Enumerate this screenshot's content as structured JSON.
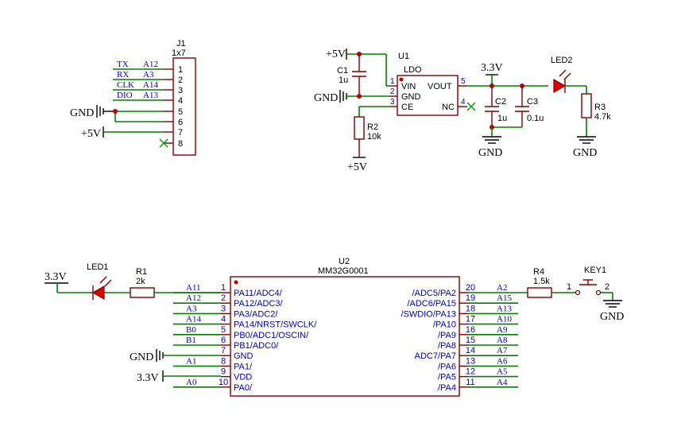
{
  "colors": {
    "wire": "#008000",
    "component": "#800000",
    "pin_text": "#0000c0",
    "label_text": "#000000",
    "led_fill": "#e00000",
    "junction": "#c00000"
  },
  "j1": {
    "ref": "J1",
    "value": "1x7",
    "pins": [
      "1",
      "2",
      "3",
      "4",
      "5",
      "6",
      "7",
      "8"
    ],
    "nets": [
      {
        "name": "TX",
        "pin": "A12"
      },
      {
        "name": "RX",
        "pin": "A3"
      },
      {
        "name": "CLK",
        "pin": "A14"
      },
      {
        "name": "DIO",
        "pin": "A13"
      }
    ],
    "gnd": "GND",
    "vcc": "+5V"
  },
  "ldo": {
    "vin_label": "+5V",
    "gnd_label": "GND",
    "c1_ref": "C1",
    "c1_val": "1u",
    "r2_ref": "R2",
    "r2_val": "10k",
    "r2_supply": "+5V",
    "u1_ref": "U1",
    "u1_val": "LDO",
    "pins_left": [
      {
        "num": "1",
        "name": "VIN"
      },
      {
        "num": "2",
        "name": "GND"
      },
      {
        "num": "3",
        "name": "CE"
      }
    ],
    "pins_right": [
      {
        "num": "5",
        "name": "VOUT"
      },
      {
        "num": "4",
        "name": "NC"
      }
    ],
    "out_label": "3.3V",
    "c2_ref": "C2",
    "c2_val": "1u",
    "c3_ref": "C3",
    "c3_val": "0.1u",
    "c_gnd": "GND",
    "led2_ref": "LED2",
    "r3_ref": "R3",
    "r3_val": "4.7k",
    "r3_gnd": "GND"
  },
  "mcu": {
    "ref": "U2",
    "value": "MM32G0001",
    "supply_label": "3.3V",
    "led1_ref": "LED1",
    "r1_ref": "R1",
    "r1_val": "2k",
    "left_pins": [
      {
        "num": "1",
        "name": "PA11/ADC4/",
        "net": "A11"
      },
      {
        "num": "2",
        "name": "PA12/ADC3/",
        "net": "A12"
      },
      {
        "num": "3",
        "name": "PA3/ADC2/",
        "net": "A3"
      },
      {
        "num": "4",
        "name": "PA14/NRST/SWCLK/",
        "net": "A14"
      },
      {
        "num": "5",
        "name": "PB0/ADC1/OSCIN/",
        "net": "B0"
      },
      {
        "num": "6",
        "name": "PB1/ADC0/",
        "net": "B1"
      },
      {
        "num": "7",
        "name": "GND",
        "net": ""
      },
      {
        "num": "8",
        "name": "PA1/",
        "net": "A1"
      },
      {
        "num": "9",
        "name": "VDD",
        "net": ""
      },
      {
        "num": "10",
        "name": "PA0/",
        "net": "A0"
      }
    ],
    "right_pins": [
      {
        "num": "20",
        "name": "/ADC5/PA2",
        "net": "A2"
      },
      {
        "num": "19",
        "name": "/ADC6/PA15",
        "net": "A15"
      },
      {
        "num": "18",
        "name": "/SWDIO/PA13",
        "net": "A13"
      },
      {
        "num": "17",
        "name": "/PA10",
        "net": "A10"
      },
      {
        "num": "16",
        "name": "/PA9",
        "net": "A9"
      },
      {
        "num": "15",
        "name": "/PA8",
        "net": "A8"
      },
      {
        "num": "14",
        "name": "ADC7/PA7",
        "net": "A7"
      },
      {
        "num": "13",
        "name": "/PA6",
        "net": "A6"
      },
      {
        "num": "12",
        "name": "/PA5",
        "net": "A5"
      },
      {
        "num": "11",
        "name": "/PA4",
        "net": "A4"
      }
    ],
    "gnd_label": "GND",
    "vdd_label": "3.3V",
    "r4_ref": "R4",
    "r4_val": "1.5k",
    "key_ref": "KEY1",
    "key_pin1": "1",
    "key_pin2": "2",
    "key_gnd": "GND"
  }
}
